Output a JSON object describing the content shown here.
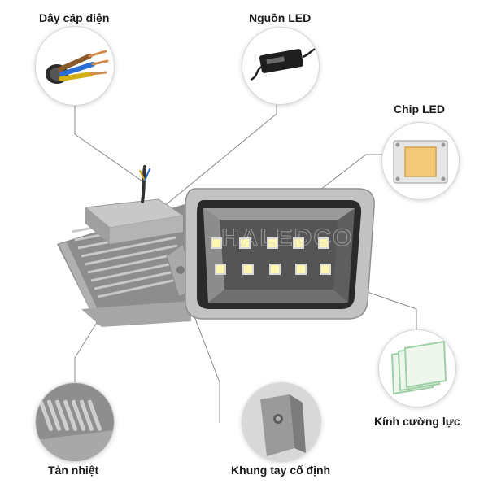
{
  "labels": {
    "cable": "Dây cáp điện",
    "driver": "Nguồn LED",
    "chip": "Chip LED",
    "heatsink": "Tản nhiệt",
    "bracket": "Khung tay cố định",
    "glass": "Kính cường lực"
  },
  "watermark": "HALEDCO",
  "colors": {
    "housing": "#9a9a9a",
    "frame": "#b8b8b8",
    "led_chip": "#fff6b0",
    "leader_line": "#8a8a8a"
  }
}
